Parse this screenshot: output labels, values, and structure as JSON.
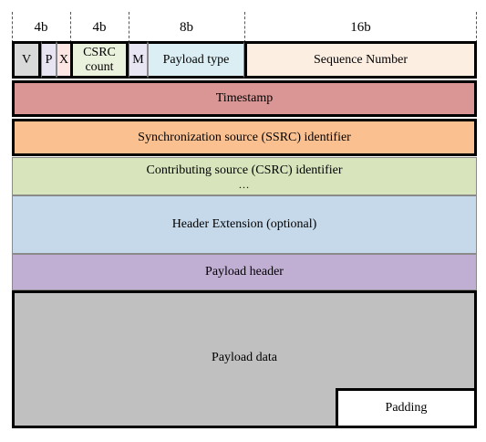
{
  "bit_widths": {
    "col1": "4b",
    "col2": "4b",
    "col3": "8b",
    "col4": "16b"
  },
  "header_row": {
    "version": "V",
    "padding_bit": "P",
    "extension_bit": "X",
    "csrc_count_line1": "CSRC",
    "csrc_count_line2": "count",
    "marker": "M",
    "payload_type": "Payload type",
    "sequence_number": "Sequence Number"
  },
  "rows": {
    "timestamp": "Timestamp",
    "ssrc": "Synchronization source (SSRC) identifier",
    "csrc": "Contributing source (CSRC) identifier",
    "csrc_more": "…",
    "header_extension": "Header Extension (optional)",
    "payload_header": "Payload header",
    "payload_data": "Payload data",
    "padding": "Padding"
  },
  "colors": {
    "version": "#d9d9d9",
    "padding_bit": "#e9e4f2",
    "extension_bit": "#fbe6e3",
    "csrc_count": "#eaf1dd",
    "marker": "#e8e6f2",
    "payload_type": "#dbeef4",
    "sequence_number": "#fdeee2",
    "timestamp": "#da9694",
    "ssrc": "#fac090",
    "csrc": "#d7e4bc",
    "header_extension": "#c6d9ea",
    "payload_header": "#c0aed3",
    "payload_data": "#c0c0c0",
    "padding": "#ffffff"
  }
}
